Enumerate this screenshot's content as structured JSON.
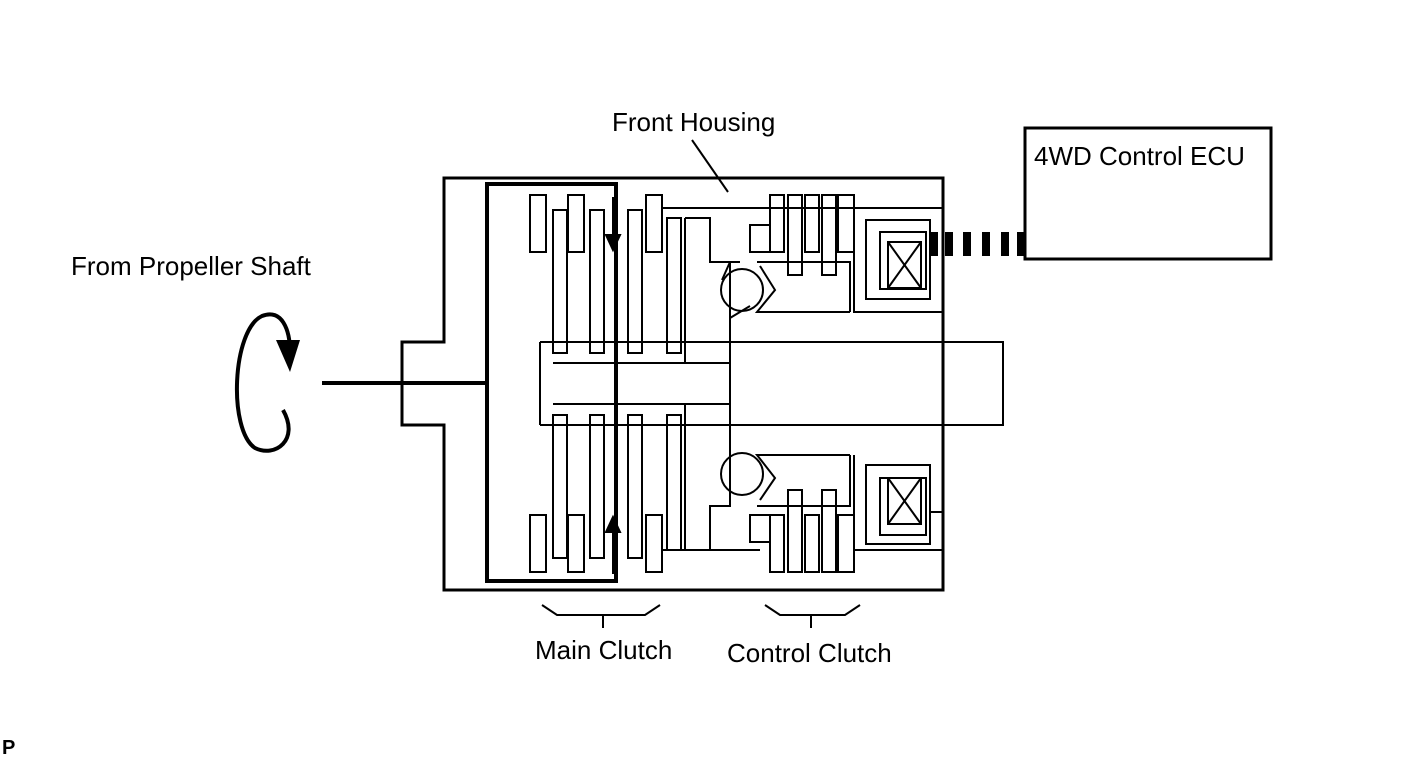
{
  "labels": {
    "front_housing": "Front Housing",
    "ecu": "4WD Control ECU",
    "from_propeller": "From Propeller Shaft",
    "main_clutch": "Main Clutch",
    "control_clutch": "Control Clutch",
    "corner_tag": "P"
  },
  "colors": {
    "stroke": "#000000",
    "background": "#ffffff"
  },
  "icons": {
    "rotation": "rotation-arrow-icon",
    "ball": "cam-ball-icon",
    "coil": "electromagnet-coil-icon"
  }
}
